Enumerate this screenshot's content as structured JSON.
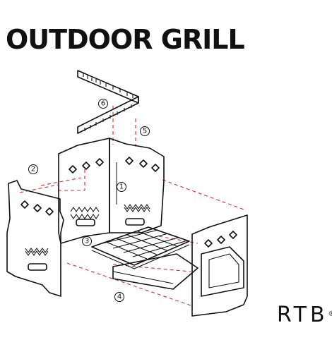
{
  "title": "OUTDOOR GRILL",
  "brand": {
    "name": "RTB",
    "mark": "®"
  },
  "callouts": [
    "1",
    "2",
    "3",
    "4",
    "5",
    "6"
  ],
  "colors": {
    "ink": "#111111",
    "guide": "#d32f2f",
    "background": "#ffffff"
  }
}
